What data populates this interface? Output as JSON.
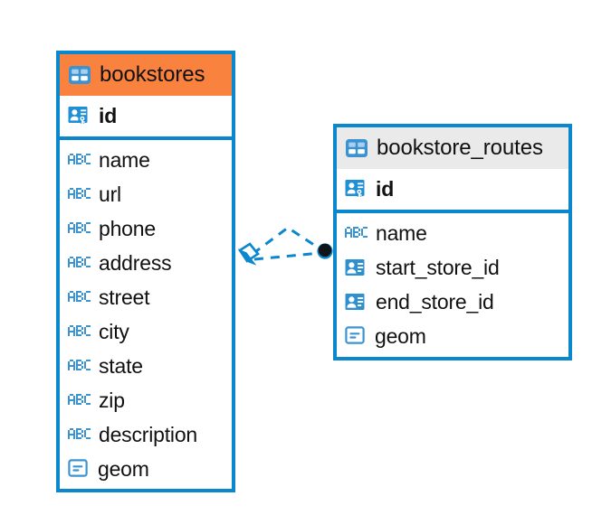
{
  "diagram": {
    "type": "entity-relationship-diagram",
    "colors": {
      "border": "#0b87cd",
      "icon_blue": "#2f90d0",
      "header_accent": "#f9823f",
      "header_neutral": "#eaeaea",
      "text": "#111111",
      "link": "#0b87cd",
      "link_endpoint_fill": "#101418"
    },
    "entities": [
      {
        "name": "bookstores",
        "header_style": "accent",
        "icon": "table-icon",
        "primary_key": {
          "label": "id",
          "icon": "primary-key-icon",
          "bold": true
        },
        "fields": [
          {
            "label": "name",
            "icon": "text-abc-icon"
          },
          {
            "label": "url",
            "icon": "text-abc-icon"
          },
          {
            "label": "phone",
            "icon": "text-abc-icon"
          },
          {
            "label": "address",
            "icon": "text-abc-icon"
          },
          {
            "label": "street",
            "icon": "text-abc-icon"
          },
          {
            "label": "city",
            "icon": "text-abc-icon"
          },
          {
            "label": "state",
            "icon": "text-abc-icon"
          },
          {
            "label": "zip",
            "icon": "text-abc-icon"
          },
          {
            "label": "description",
            "icon": "text-abc-icon"
          },
          {
            "label": "geom",
            "icon": "geometry-icon"
          }
        ]
      },
      {
        "name": "bookstore_routes",
        "header_style": "neutral",
        "icon": "table-icon",
        "primary_key": {
          "label": "id",
          "icon": "primary-key-icon",
          "bold": true
        },
        "fields": [
          {
            "label": "name",
            "icon": "text-abc-icon"
          },
          {
            "label": "start_store_id",
            "icon": "foreign-key-icon"
          },
          {
            "label": "end_store_id",
            "icon": "foreign-key-icon"
          },
          {
            "label": "geom",
            "icon": "geometry-icon"
          }
        ]
      }
    ],
    "relationships": [
      {
        "from": "bookstores",
        "to": "bookstore_routes",
        "style": "dashed",
        "source_marker": "open-diamond",
        "target_marker": "filled-circle"
      },
      {
        "from": "bookstores",
        "to": "bookstore_routes",
        "style": "dashed",
        "source_marker": "open-diamond",
        "target_marker": "filled-circle"
      }
    ]
  }
}
